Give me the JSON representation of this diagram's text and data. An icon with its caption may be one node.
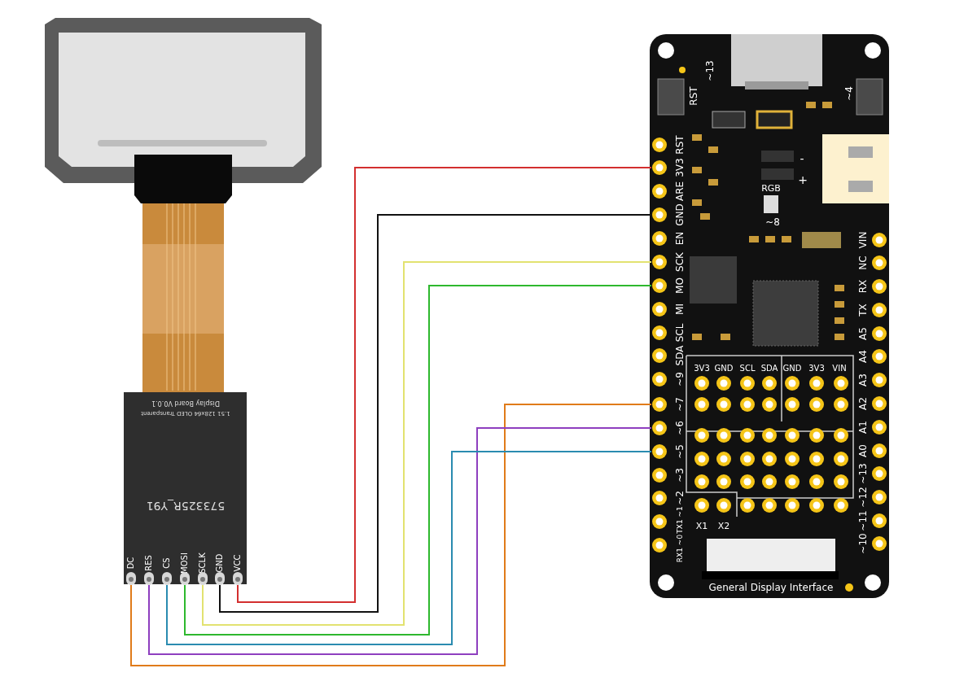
{
  "diagram": {
    "nodes": [
      {
        "text": [
          "Display Board V0.0.1",
          "1.51 128x64 OLED Transparent",
          "573325R_Y91"
        ]
      },
      {
        "text": [
          "DC"
        ],
        "in": 0
      },
      {
        "text": [
          "RES"
        ],
        "in": 0
      },
      {
        "text": [
          "CS"
        ],
        "in": 0
      },
      {
        "text": [
          "MOSI"
        ],
        "in": 0
      },
      {
        "text": [
          "SCLK"
        ],
        "in": 0
      },
      {
        "text": [
          "GND"
        ],
        "in": 0
      },
      {
        "text": [
          "VCC"
        ],
        "in": 0
      },
      {
        "text": [],
        "shape": "box"
      },
      {
        "text": [
          "3V3"
        ],
        "in": 8
      },
      {
        "text": [
          "GND"
        ],
        "in": 8
      },
      {
        "text": [
          "SCK"
        ],
        "in": 8
      },
      {
        "text": [
          "MO"
        ],
        "in": 8
      },
      {
        "text": [
          "~7"
        ],
        "in": 8
      },
      {
        "text": [
          "~6"
        ],
        "in": 8
      },
      {
        "text": [
          "~5"
        ],
        "in": 8
      }
    ],
    "edges": [
      {
        "from": 7,
        "to": 9,
        "arrow": "none",
        "color": "#d32f2f"
      },
      {
        "from": 6,
        "to": 10,
        "arrow": "none",
        "color": "#111111"
      },
      {
        "from": 5,
        "to": 11,
        "arrow": "none",
        "color": "#e2e270"
      },
      {
        "from": 4,
        "to": 12,
        "arrow": "none",
        "color": "#2eb82e"
      },
      {
        "from": 1,
        "to": 13,
        "arrow": "none",
        "color": "#e07b1a"
      },
      {
        "from": 2,
        "to": 14,
        "arrow": "none",
        "color": "#8e3fbf"
      },
      {
        "from": 3,
        "to": 15,
        "arrow": "none",
        "color": "#2a8bb0"
      }
    ],
    "labels": [
      "~13",
      "RST",
      "~4",
      "RGB",
      "~8",
      "-",
      "+",
      "RST",
      "ARE",
      "EN",
      "MI",
      "SCL",
      "SDA",
      "~9",
      "~3",
      "~2",
      "TX1 ~1",
      "RX1 ~0",
      "VIN",
      "NC",
      "RX",
      "TX",
      "A5",
      "A4",
      "A3",
      "A2",
      "A1",
      "A0",
      "~13",
      "~12",
      "~11",
      "~10",
      "3V3",
      "GND",
      "SCL",
      "SDA",
      "GND",
      "3V3",
      "VIN",
      "X1",
      "X2",
      "General Display Interface"
    ]
  }
}
